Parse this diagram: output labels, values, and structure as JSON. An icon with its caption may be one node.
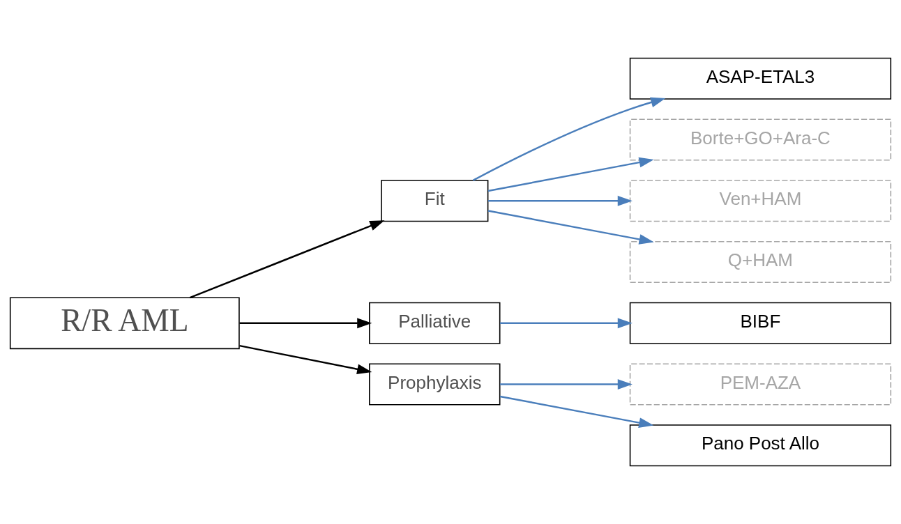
{
  "diagram": {
    "nodes": [
      {
        "text": [
          "R/R AML"
        ]
      },
      {
        "text": [
          "Fit"
        ]
      },
      {
        "text": [
          "Palliative"
        ]
      },
      {
        "text": [
          "Prophylaxis"
        ]
      },
      {
        "text": [
          "ASAP-ETAL3"
        ]
      },
      {
        "text": [
          "Borte+GO+Ara-C"
        ]
      },
      {
        "text": [
          "Ven+HAM"
        ]
      },
      {
        "text": [
          "Q+HAM"
        ]
      },
      {
        "text": [
          "BIBF"
        ]
      },
      {
        "text": [
          "PEM-AZA"
        ]
      },
      {
        "text": [
          "Pano Post Allo"
        ]
      }
    ],
    "edges": [
      {
        "from": 0,
        "to": 1,
        "arrow": "to",
        "color": "#000000"
      },
      {
        "from": 0,
        "to": 2,
        "arrow": "to",
        "color": "#000000"
      },
      {
        "from": 0,
        "to": 3,
        "arrow": "to",
        "color": "#000000"
      },
      {
        "from": 1,
        "to": 4,
        "arrow": "to"
      },
      {
        "from": 1,
        "to": 5,
        "arrow": "to"
      },
      {
        "from": 1,
        "to": 6,
        "arrow": "to"
      },
      {
        "from": 1,
        "to": 7,
        "arrow": "to"
      },
      {
        "from": 2,
        "to": 8,
        "arrow": "to"
      },
      {
        "from": 3,
        "to": 9,
        "arrow": "to"
      },
      {
        "from": 3,
        "to": 10,
        "arrow": "to"
      }
    ]
  }
}
